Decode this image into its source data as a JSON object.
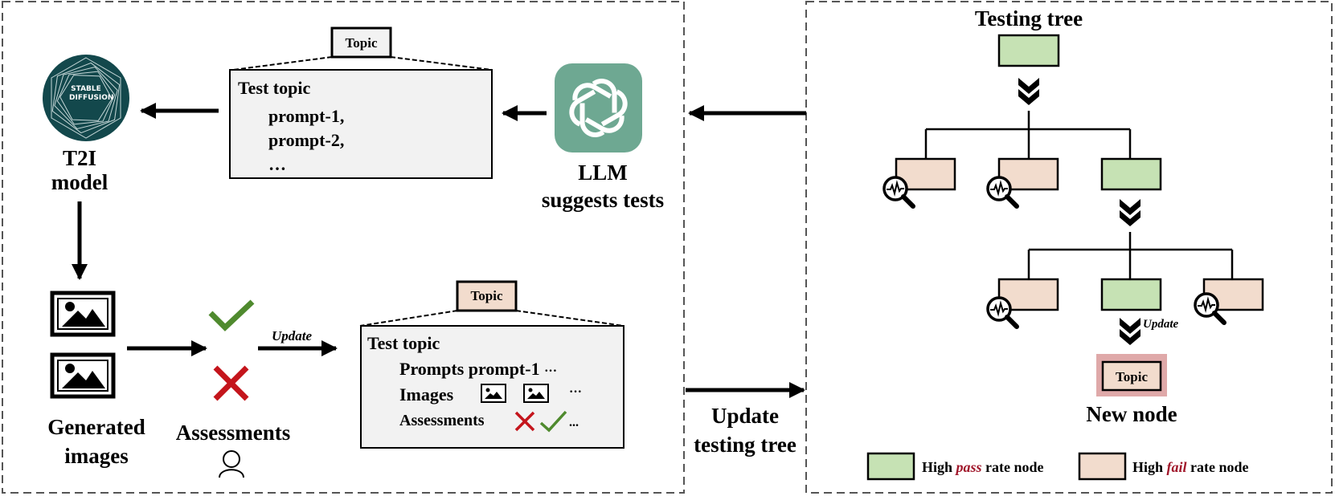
{
  "left_panel": {
    "t2i_label": [
      "T2I",
      "model"
    ],
    "sd_logo": [
      "STABLE",
      "DIFFUSION"
    ],
    "prompt_card": {
      "tag": "Topic",
      "title": "Test topic",
      "lines": [
        "prompt-1,",
        "prompt-2,",
        "…"
      ]
    },
    "llm_label": [
      "LLM",
      "suggests tests"
    ],
    "generated_label": [
      "Generated",
      "images"
    ],
    "assessments_label": "Assessments",
    "update_label": "Update",
    "result_card": {
      "tag": "Topic",
      "title": "Test topic",
      "prompts_label": "Prompts",
      "prompts_value": "prompt-1",
      "prompts_more": "···",
      "images_label": "Images",
      "images_more": "···",
      "assessments_label": "Assessments",
      "assessments_more": "..."
    }
  },
  "middle": {
    "update_tree_label": [
      "Update",
      "testing tree"
    ]
  },
  "right_panel": {
    "title": "Testing tree",
    "update_label": "Update",
    "new_node_tag": "Topic",
    "new_node_label": "New node",
    "legend": {
      "pass_prefix": "High ",
      "pass_word": "pass",
      "pass_suffix": " rate node",
      "fail_prefix": "High ",
      "fail_word": "fail",
      "fail_suffix": " rate node"
    }
  },
  "colors": {
    "pass_node": "#c6e2b4",
    "fail_node": "#f2dccd",
    "new_node_halo": "#dfa9a9",
    "llm_logo_bg": "#6ea892",
    "sd_logo_bg": "#13484c",
    "check": "#4f8a2e",
    "cross": "#c4151c",
    "emphasis": "#a0162a"
  }
}
